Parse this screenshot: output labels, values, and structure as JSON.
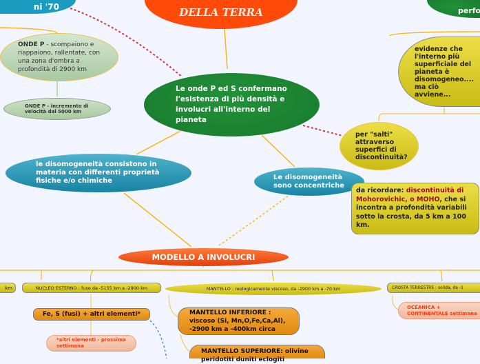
{
  "nodes": {
    "top_left": "ni '70",
    "title": "DELLA TERRA",
    "top_right": "perfo",
    "onde_p_bold": "ONDE P",
    "onde_p_text": " - scompaiono e riappaiono, rallentate, con una zona d'ombra a profondità di 2900 km",
    "onde_p2": "ONDE P - incremento di velocità dal 5000 km",
    "center": "Le onde P ed S confermano l'esistenza di più densità e involucri all'interno del pianeta",
    "evidenze": "evidenze che l'interno più superficiale del pianeta è disomogeneo.... ma ciò avviene...",
    "salti": "per \"salti\" attraverso superfici di discontinuità?",
    "disomog_materia": "le disomogeneità consistono in materia con differenti proprietà fisiche e/o chimiche",
    "concentriche": "Le disomogeneità sono concentriche",
    "ricordare_a": "da ricordare: ",
    "ricordare_b": "discontinuità di Mohorovichic, o MOHO",
    "ricordare_c": ", che si incontra a profondità variabili sotto la crosta, da 5 km a 100 km.",
    "modello": "MODELLO A INVOLUCRI",
    "km": "km",
    "nucleo_esterno": "NUCLEO ESTERNO : fuso da -5155 km a -2900 km",
    "mantello": "MANTELLO : reologicamente viscoso, da -2900 km a -70 km",
    "crosta": "CROSTA TERRESTRE : solida, da -1",
    "fe_s": "Fe, S (fusi) + altri elementi*",
    "altri": "*altri elementi - prossima settimana",
    "mantello_inf": "MANTELLO INFERIORE : viscoso (Si, Mn,O,Fe,Ca,Al), -2900 km a -400km circa",
    "mantello_sup": "MANTELLO SUPERIORE: olivine peridotiti duniti eclogiti",
    "oceanica": "OCEANICA + CONTINENTALE settimana"
  }
}
